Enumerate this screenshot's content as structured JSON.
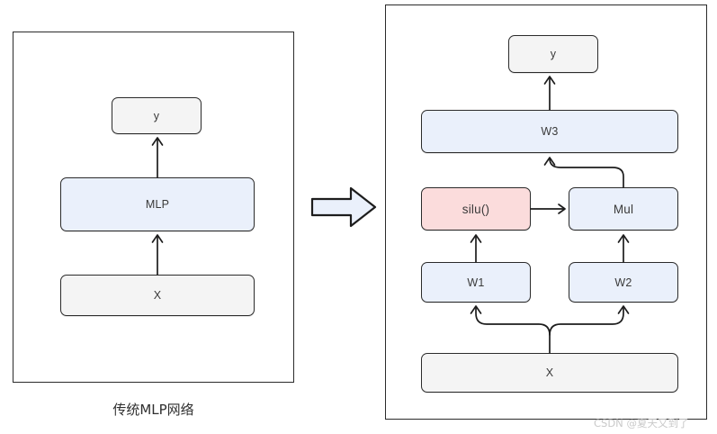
{
  "diagram": {
    "title_caption_left": "传统MLP网络",
    "watermark": "CSDN @夏天又到了",
    "colors": {
      "box_gray": "#f4f4f4",
      "box_blue": "#eaf0fb",
      "box_pink": "#fbdcdc",
      "stroke": "#2b2b2b",
      "arrow_fill": "#eaf0fb",
      "background": "#ffffff"
    },
    "left_panel": {
      "name": "traditional-mlp-network",
      "caption": "传统MLP网络",
      "nodes": [
        {
          "id": "y",
          "label": "y",
          "style": "gray"
        },
        {
          "id": "mlp",
          "label": "MLP",
          "style": "blue"
        },
        {
          "id": "x",
          "label": "X",
          "style": "gray"
        }
      ],
      "edges": [
        {
          "from": "x",
          "to": "mlp"
        },
        {
          "from": "mlp",
          "to": "y"
        }
      ]
    },
    "transition_arrow": {
      "name": "transition-arrow",
      "direction": "right",
      "fill": "#eaf0fb"
    },
    "right_panel": {
      "name": "swiglu-network",
      "nodes": [
        {
          "id": "y",
          "label": "y",
          "style": "gray"
        },
        {
          "id": "w3",
          "label": "W3",
          "style": "blue"
        },
        {
          "id": "silu",
          "label": "silu()",
          "style": "pink"
        },
        {
          "id": "mul",
          "label": "Mul",
          "style": "blue"
        },
        {
          "id": "w1",
          "label": "W1",
          "style": "blue"
        },
        {
          "id": "w2",
          "label": "W2",
          "style": "blue"
        },
        {
          "id": "x",
          "label": "X",
          "style": "gray"
        }
      ],
      "edges": [
        {
          "from": "x",
          "to": "w1"
        },
        {
          "from": "x",
          "to": "w2"
        },
        {
          "from": "w1",
          "to": "silu"
        },
        {
          "from": "w2",
          "to": "mul"
        },
        {
          "from": "silu",
          "to": "mul"
        },
        {
          "from": "mul",
          "to": "w3"
        },
        {
          "from": "w3",
          "to": "y"
        }
      ]
    }
  }
}
